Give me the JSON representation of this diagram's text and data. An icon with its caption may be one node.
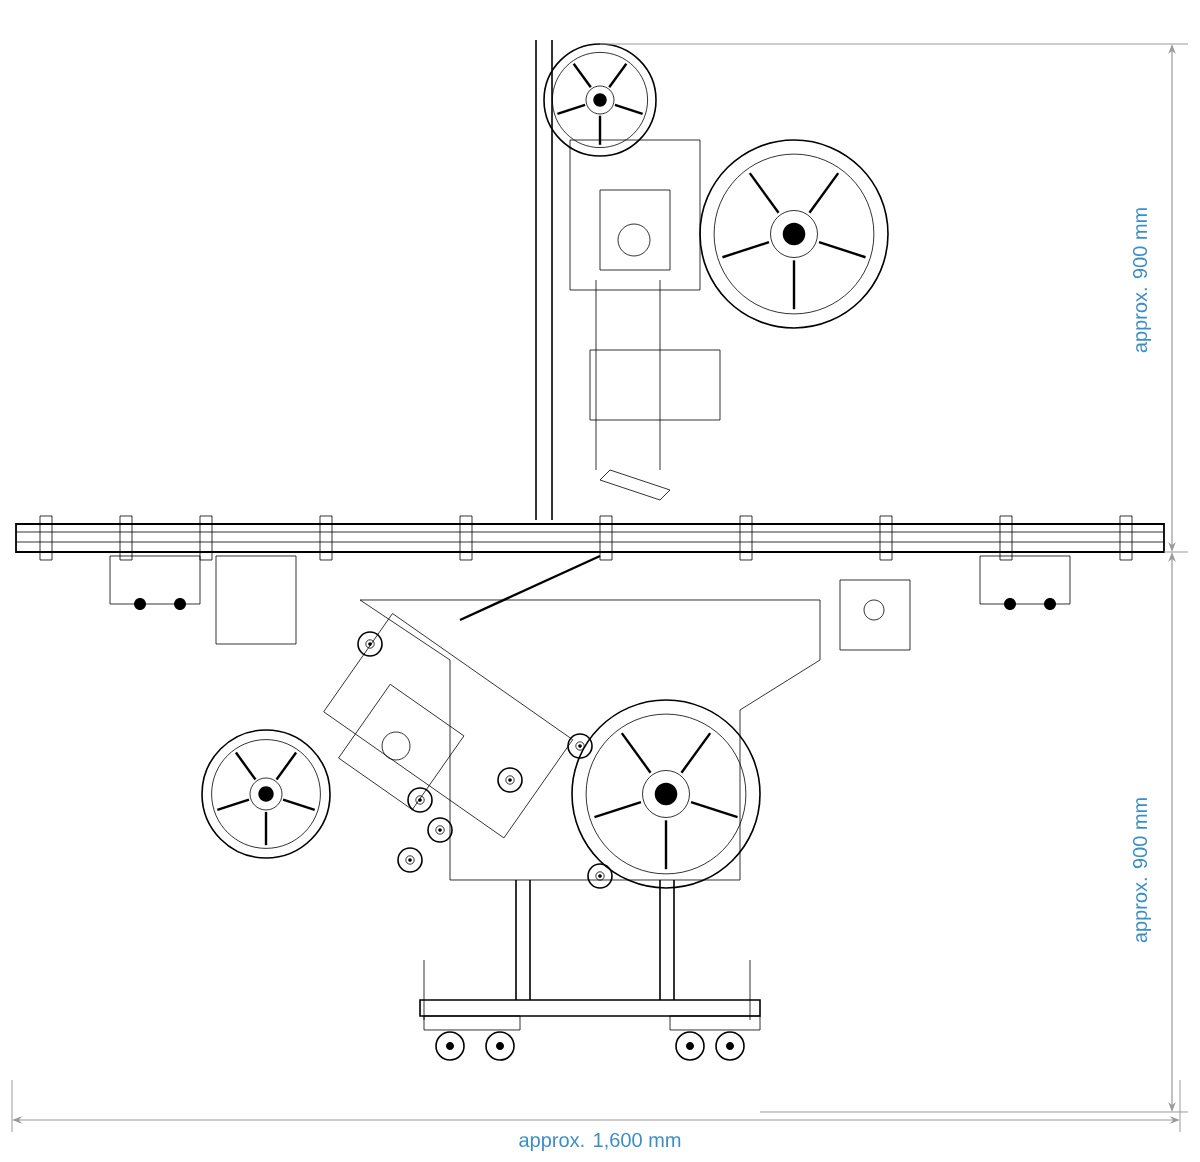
{
  "diagram": {
    "labels": [
      "approx. 900 mm",
      "approx. 900 mm",
      "approx. 1,600 mm"
    ]
  }
}
